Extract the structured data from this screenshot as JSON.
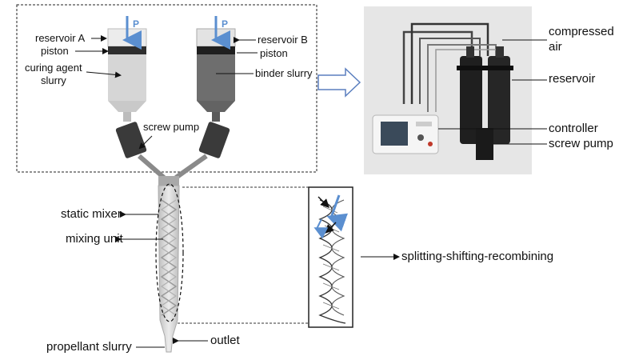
{
  "labels": {
    "reservoir_a": "reservoir A",
    "reservoir_b": "reservoir B",
    "piston_a": "piston",
    "piston_b": "piston",
    "curing_agent_line1": "curing agent",
    "curing_agent_line2": "slurry",
    "binder_slurry": "binder slurry",
    "screw_pump_left": "screw pump",
    "pressure_a": "P",
    "pressure_b": "P",
    "compressed_air_line1": "compressed",
    "compressed_air_line2": "air",
    "reservoir_photo": "reservoir",
    "controller": "controller",
    "screw_pump_photo": "screw pump",
    "static_mixer": "static mixer",
    "mixing_unit": "mixing unit",
    "splitting": "splitting-shifting-recombining",
    "propellant_slurry": "propellant slurry",
    "outlet": "outlet"
  },
  "colors": {
    "cylinder_light": "#d9d9d9",
    "cylinder_dark": "#7a7a7a",
    "pump": "#3a3a3a",
    "arrow_blue": "#5b8fd0",
    "photo_bg": "#e6e6e6"
  }
}
